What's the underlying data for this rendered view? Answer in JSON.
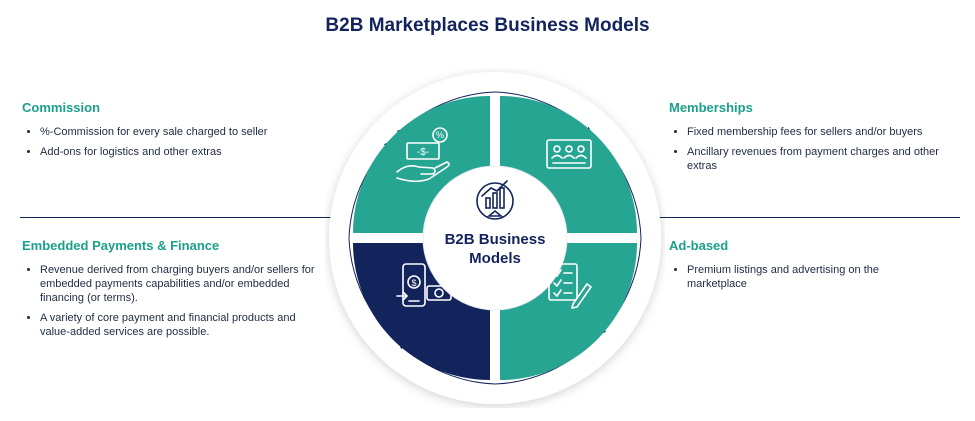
{
  "title": "B2B Marketplaces Business Models",
  "center": {
    "line1": "B2B Business",
    "line2": "Models"
  },
  "commission": {
    "heading": "Commission",
    "bullets": [
      "%-Commission for every sale charged to seller",
      "Add-ons for logistics and other extras"
    ]
  },
  "memberships": {
    "heading": "Memberships",
    "bullets": [
      "Fixed membership fees for sellers and/or buyers",
      "Ancillary revenues from payment charges and other extras"
    ]
  },
  "embedded": {
    "heading": "Embedded Payments & Finance",
    "bullets": [
      "Revenue derived from charging buyers and/or sellers for embedded payments capabilities and/or embedded financing (or terms).",
      "A variety of core payment and financial products and value-added services are possible."
    ]
  },
  "adbased": {
    "heading": "Ad-based",
    "bullets": [
      "Premium listings and advertising on the marketplace"
    ]
  },
  "colors": {
    "teal": "#26a593",
    "navy": "#13245c",
    "headingTeal": "#1aa08c"
  },
  "icons": {
    "commission": "hand-money-percent-icon",
    "memberships": "membership-card-icon",
    "embedded": "mobile-payment-icon",
    "adbased": "checklist-icon",
    "center": "business-growth-icon"
  }
}
